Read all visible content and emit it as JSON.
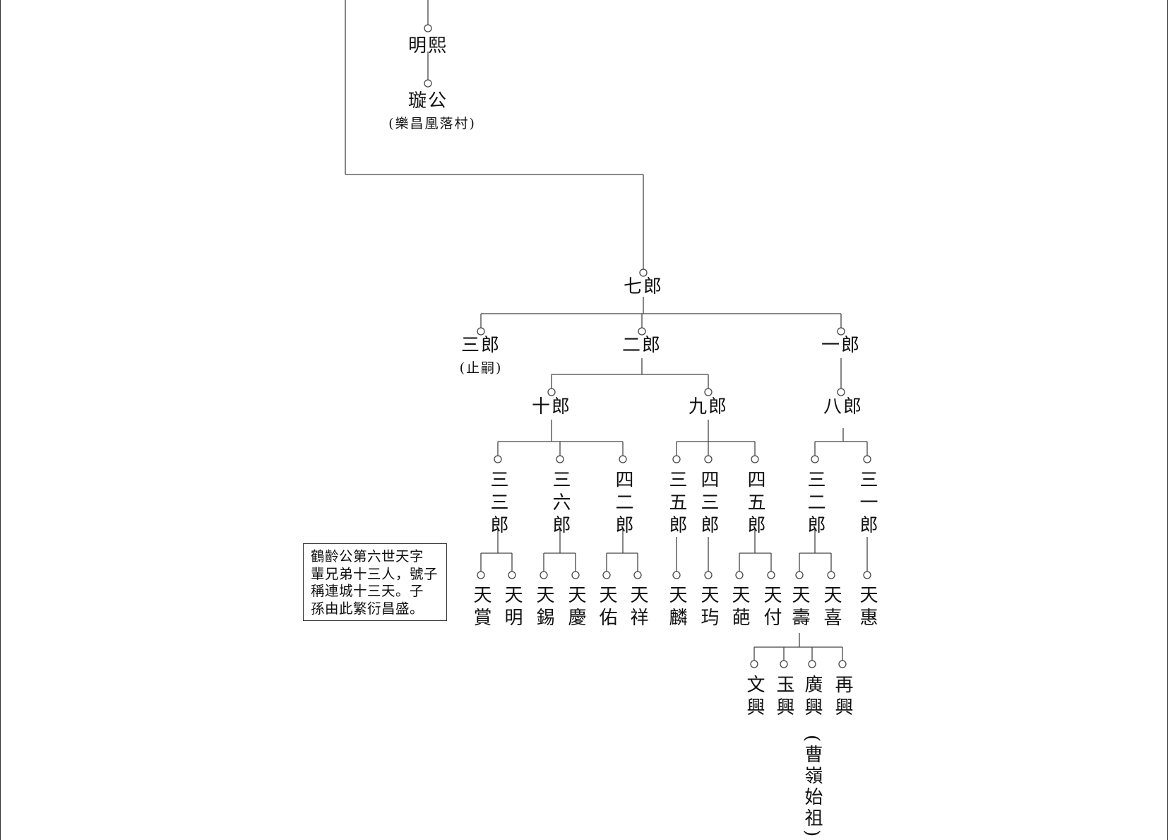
{
  "nodes": {
    "mingxi": "明熙",
    "xuangong": "璇公",
    "xuangong_note": "(樂昌凰落村)",
    "qilang": "七郎",
    "sanlang": "三郎",
    "sanlang_note": "(止嗣)",
    "erlang": "二郎",
    "yilang": "一郎",
    "shilang": "十郎",
    "jiulang": "九郎",
    "balang": "八郎",
    "sansanlang": "三三郎",
    "sanliulang": "三六郎",
    "sierlang": "四二郎",
    "sanwulang": "三五郎",
    "sisanlang": "四三郎",
    "siwulang": "四五郎",
    "sanerlang": "三二郎",
    "sanyilang": "三一郎",
    "tianshang": "天賞",
    "tianming": "天明",
    "tianxi": "天錫",
    "tianqing": "天慶",
    "tianyou": "天佑",
    "tianxiang": "天祥",
    "tianlin": "天麟",
    "tianqiao": "天玙",
    "tianpa": "天葩",
    "tianfu": "天付",
    "tianshou": "天壽",
    "tianxi2": "天喜",
    "tianhui": "天惠",
    "wenxing": "文興",
    "yuxing": "玉興",
    "guangxing": "廣興",
    "zaixing": "再興",
    "guangxing_note": "(曹嶺始祖)"
  },
  "note_box": {
    "line1": "鶴齡公第六世天字",
    "line2": "輩兄弟十三人，號子",
    "line3": "稱連城十三天。子",
    "line4": "孫由此繁衍昌盛。"
  },
  "line_color": "#444444"
}
